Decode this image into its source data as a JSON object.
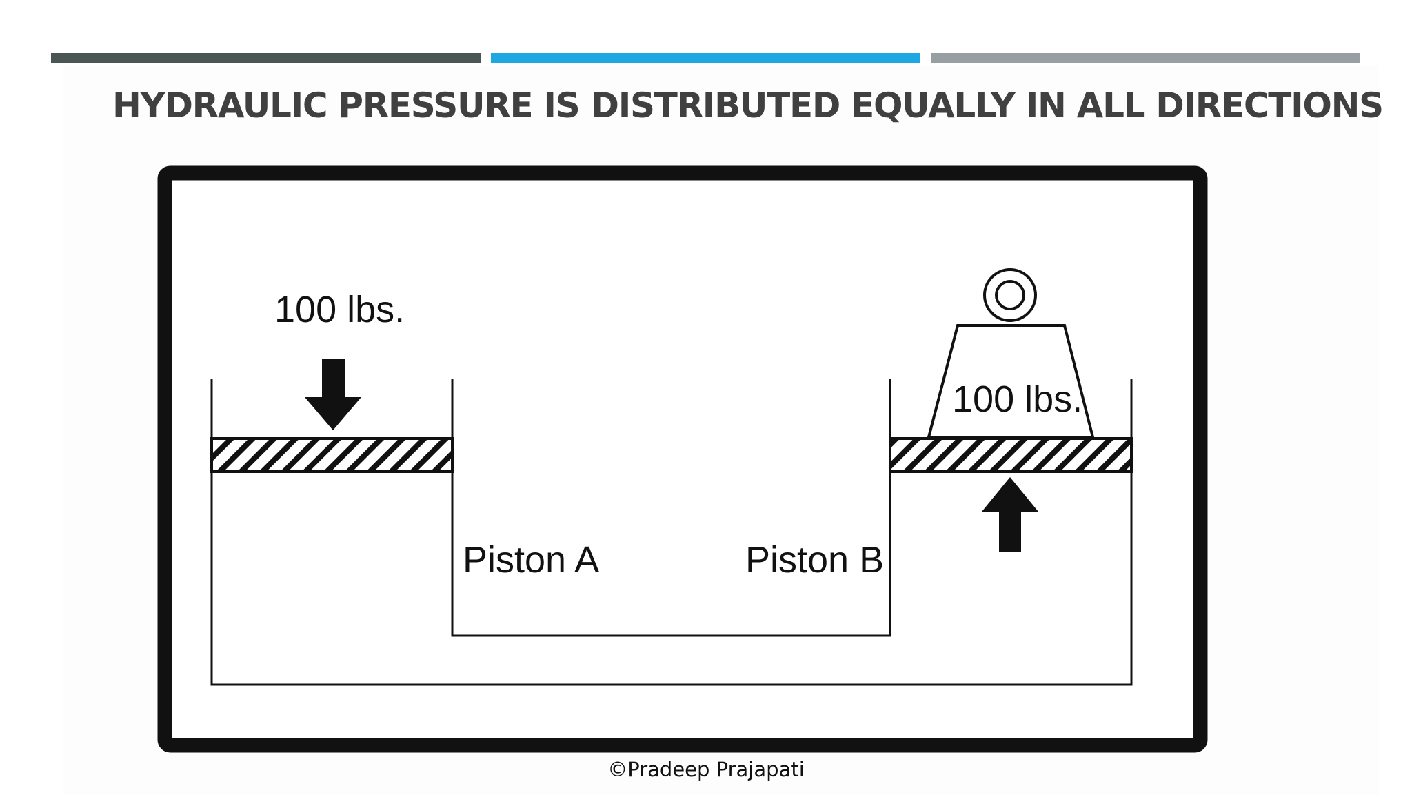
{
  "slide": {
    "title": "HYDRAULIC PRESSURE IS DISTRIBUTED EQUALLY IN ALL DIRECTIONS",
    "copyright": "©Pradeep Prajapati"
  },
  "diagram": {
    "left_force_label": "100 lbs.",
    "right_weight_label": "100 lbs.",
    "piston_a_label": "Piston A",
    "piston_b_label": "Piston B"
  },
  "colors": {
    "bar_dark": "#4a5654",
    "bar_blue": "#1ea7e1",
    "bar_gray": "#979fa3",
    "title": "#404040",
    "ink": "#111111"
  }
}
